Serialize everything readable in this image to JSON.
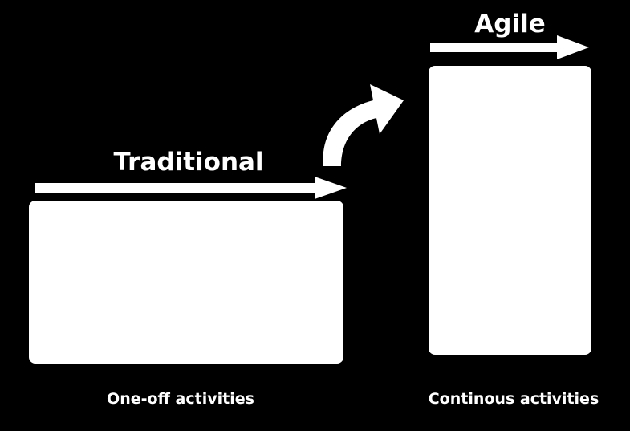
{
  "diagram": {
    "traditional": {
      "label": "Traditional",
      "caption": "One-off activities"
    },
    "agile": {
      "label": "Agile",
      "caption": "Continous activities"
    }
  },
  "colors": {
    "background": "#000000",
    "foreground": "#ffffff"
  }
}
